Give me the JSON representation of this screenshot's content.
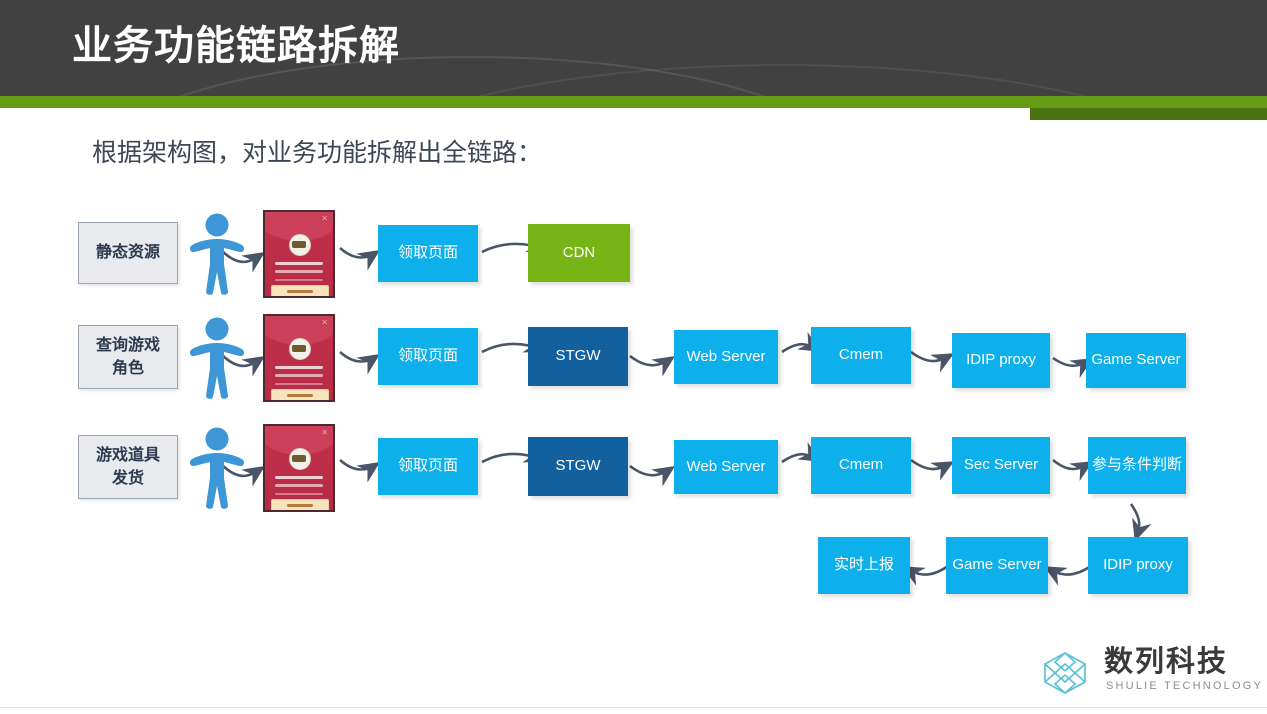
{
  "slide": {
    "title": "业务功能链路拆解",
    "subtitle": "根据架构图，对业务功能拆解出全链路："
  },
  "colors": {
    "header_bg": "#414141",
    "accent_green": "#669b16",
    "accent_green_dark": "#4a7312",
    "node_cyan": "#0db0ea",
    "node_green": "#76b515",
    "node_dark_blue": "#12619e",
    "label_bg": "#e8eaee",
    "label_text": "#2e3b4e",
    "person_blue": "#3d96d6",
    "phone_red": "#c0304a",
    "arrow": "#4a5568",
    "subtitle_text": "#3d4756",
    "logo_mark": "#5bc2d6"
  },
  "diagram": {
    "rows": [
      {
        "label": "静态资源",
        "label_lines": [
          "静态资源"
        ],
        "nodes": [
          {
            "text": "领取页面",
            "color": "cyan"
          },
          {
            "text": "CDN",
            "color": "green"
          }
        ]
      },
      {
        "label": "查询游戏角色",
        "label_lines": [
          "查询游戏",
          "角色"
        ],
        "nodes": [
          {
            "text": "领取页面",
            "color": "cyan"
          },
          {
            "text": "STGW",
            "color": "dark-blue"
          },
          {
            "text": "Web Server",
            "color": "cyan"
          },
          {
            "text": "Cmem",
            "color": "cyan"
          },
          {
            "text": "IDIP proxy",
            "color": "cyan"
          },
          {
            "text": "Game Server",
            "color": "cyan"
          }
        ]
      },
      {
        "label": "游戏道具发货",
        "label_lines": [
          "游戏道具",
          "发货"
        ],
        "nodes": [
          {
            "text": "领取页面",
            "color": "cyan"
          },
          {
            "text": "STGW",
            "color": "dark-blue"
          },
          {
            "text": "Web Server",
            "color": "cyan"
          },
          {
            "text": "Cmem",
            "color": "cyan"
          },
          {
            "text": "Sec Server",
            "color": "cyan"
          },
          {
            "text": "参与条件判断",
            "color": "cyan"
          }
        ]
      },
      {
        "label": "",
        "label_lines": [],
        "nodes": [
          {
            "text": "实时上报",
            "color": "cyan"
          },
          {
            "text": "Game Server",
            "color": "cyan"
          },
          {
            "text": "IDIP proxy",
            "color": "cyan"
          }
        ]
      }
    ],
    "actor_icon": "person-icon",
    "device_icon": "phone-mockup"
  },
  "logo": {
    "cn": "数列科技",
    "en": "SHULIE TECHNOLOGY"
  }
}
